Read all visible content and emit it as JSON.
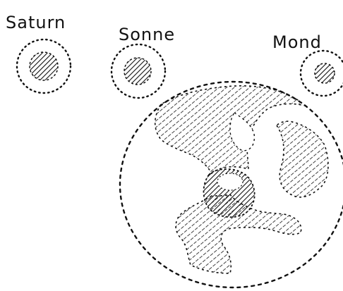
{
  "labels": {
    "saturn": "Saturn",
    "sonne": "Sonne",
    "mond": "Mond"
  },
  "colors": {
    "ink": "#111111",
    "background": "#ffffff"
  },
  "icons": {
    "saturn": "saturn-icon",
    "sonne": "sun-icon",
    "mond": "moon-icon",
    "earth": "earth-icon"
  }
}
